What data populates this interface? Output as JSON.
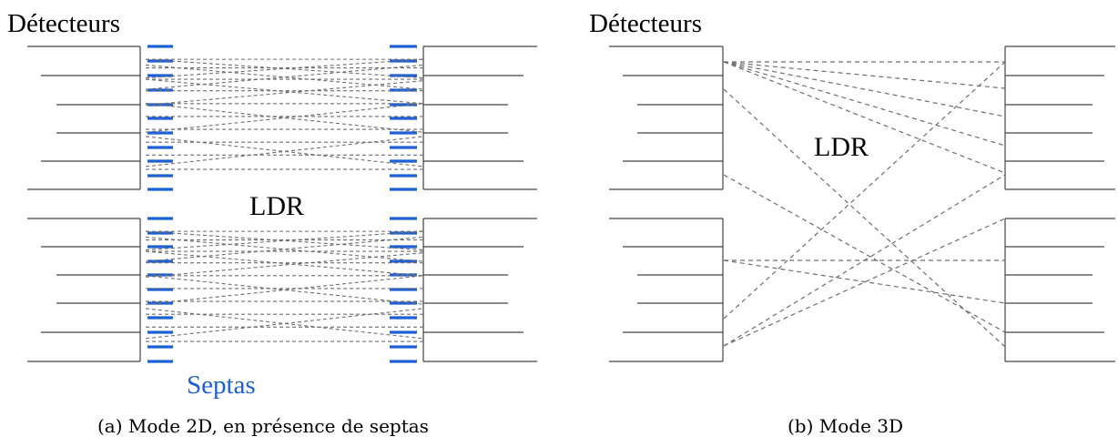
{
  "panel_a": {
    "detector_label": "Détecteurs",
    "ldr_label": "LDR",
    "septa_label": "Septas",
    "caption": "(a)  Mode 2D, en présence de septas"
  },
  "panel_b": {
    "detector_label": "Détecteurs",
    "ldr_label": "LDR",
    "caption": "(b)  Mode 3D"
  },
  "colors": {
    "septa": "#1f5fd6",
    "lor": "#6e6e6e",
    "detector_line": "#444444"
  }
}
